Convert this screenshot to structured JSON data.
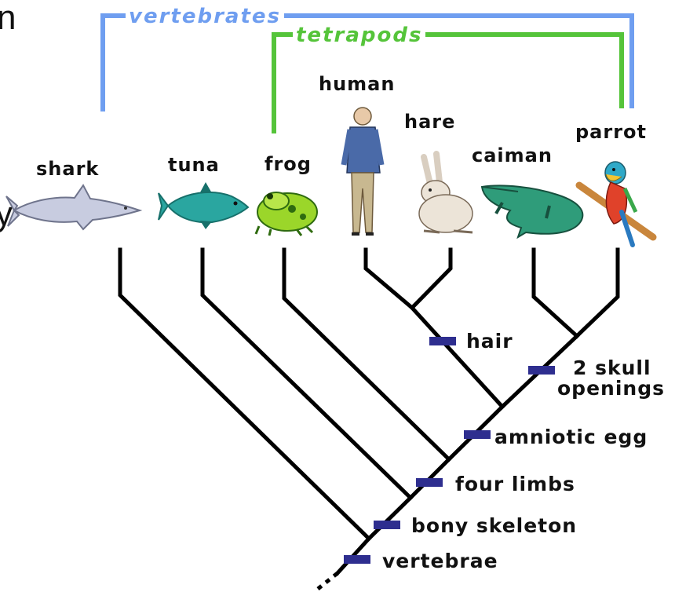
{
  "colors": {
    "vertebrates": "#6f9ef0",
    "tetrapods": "#55c43a",
    "tree": "#000000",
    "marker": "#2e2e8f"
  },
  "groups": {
    "vertebrates": "vertebrates",
    "tetrapods": "tetrapods"
  },
  "taxa": {
    "shark": "shark",
    "tuna": "tuna",
    "frog": "frog",
    "human": "human",
    "hare": "hare",
    "caiman": "caiman",
    "parrot": "parrot"
  },
  "traits": {
    "hair": "hair",
    "skull_1": "2 skull",
    "skull_2": "openings",
    "amniotic_egg": "amniotic egg",
    "four_limbs": "four limbs",
    "bony_skeleton": "bony skeleton",
    "vertebrae": "vertebrae"
  },
  "edge_fragments": {
    "top_left": "n",
    "mid_left": "y"
  },
  "icons": [
    "shark-icon",
    "tuna-icon",
    "frog-icon",
    "human-icon",
    "hare-icon",
    "caiman-icon",
    "parrot-icon"
  ]
}
